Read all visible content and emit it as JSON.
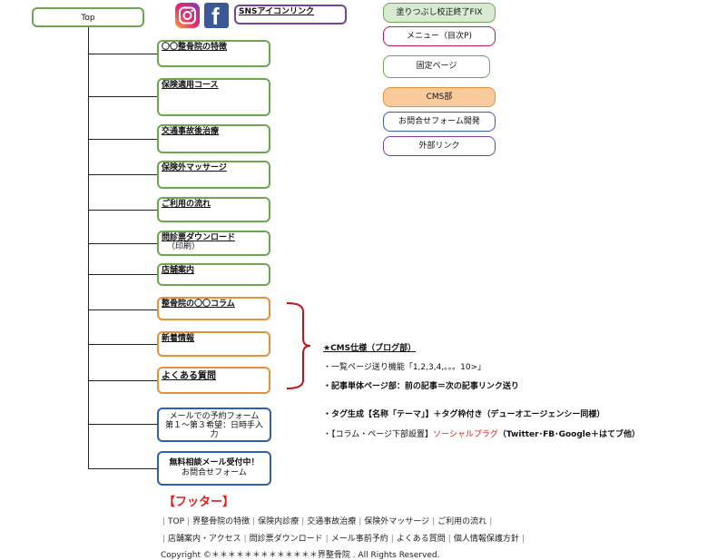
{
  "top_label": "Top",
  "sns_label": "SNSアイコンリンク",
  "icons": {
    "instagram": "instagram-icon",
    "facebook": "facebook-icon",
    "facebook_glyph": "f"
  },
  "pages": [
    {
      "label": "〇〇整骨院の特徴",
      "sub": "",
      "color": "green"
    },
    {
      "label": "保険適用コース",
      "sub": "",
      "color": "green"
    },
    {
      "label": "交通事故後治療",
      "sub": "",
      "color": "green"
    },
    {
      "label": "保険外マッサージ",
      "sub": "",
      "color": "green"
    },
    {
      "label": "ご利用の流れ",
      "sub": "",
      "color": "green"
    },
    {
      "label": "問診票ダウンロード",
      "sub": "（印刷）",
      "color": "green"
    },
    {
      "label": "店舗案内",
      "sub": "",
      "color": "green"
    },
    {
      "label": "整骨院の〇〇コラム",
      "sub": "",
      "color": "orange"
    },
    {
      "label": "新着情報",
      "sub": "",
      "color": "orange"
    },
    {
      "label": "よくある質問",
      "sub": "",
      "color": "orange"
    }
  ],
  "reservation": {
    "title": "メールでの予約フォーム",
    "body": "第１〜第３希望：日時手入力"
  },
  "consult": {
    "title": "無料相談メール受付中！",
    "body": "お問合せフォーム"
  },
  "legend": [
    {
      "label": "塗りつぶし校正終了FIX",
      "color": "#6aa84f",
      "fill": "#d9ead3"
    },
    {
      "label": "メニュー（目次P)",
      "color": "#c2185b",
      "fill": "#ffffff"
    },
    {
      "label": "固定ページ",
      "color": "#6aa84f",
      "fill": "#ffffff"
    },
    {
      "label": "CMS部",
      "color": "#e69138",
      "fill": "#f9cb9c"
    },
    {
      "label": "お問合せフォーム開発",
      "color": "#2f5fb3",
      "fill": "#ffffff"
    },
    {
      "label": "外部リンク",
      "color": "#7b3f9e",
      "fill": "#ffffff"
    }
  ],
  "cms_notes": {
    "heading": "★CMS仕様（ブログ部）",
    "line1": "・一覧ページ送り機能「1,2,3,4,。。。10>」",
    "line2": "・記事単体ページ部：前の記事＝次の記事リンク送り",
    "line3": "・タグ生成【名称「テーマ」】＋タグ枠付き（デューオエージェンシー同様）",
    "line4_prefix": "・【コラム・ページ下部設置】",
    "line4_red": "ソーシャルプラグ",
    "line4_suffix": "（Twitter･FB･Google＋はてブ他）"
  },
  "footer": {
    "title": "【フッター】",
    "row1": [
      "TOP",
      "界整骨院の特徴",
      "保険内診療",
      "交通事故治療",
      "保険外マッサージ",
      "ご利用の流れ"
    ],
    "row2": [
      "店舗案内・アクセス",
      "問診票ダウンロード",
      "メール事前予約",
      "よくある質問",
      "個人情報保護方針"
    ],
    "copyright": "Copyright ©＊＊＊＊＊＊＊＊＊＊＊＊＊界整骨院 . All Rights Reserved."
  },
  "colors": {
    "green": "#6aa84f",
    "orange": "#e69138",
    "blue": "#2f5fb3",
    "purple": "#7b3f9e",
    "bracket": "#c0141b",
    "accent_red": "#e0201b"
  }
}
